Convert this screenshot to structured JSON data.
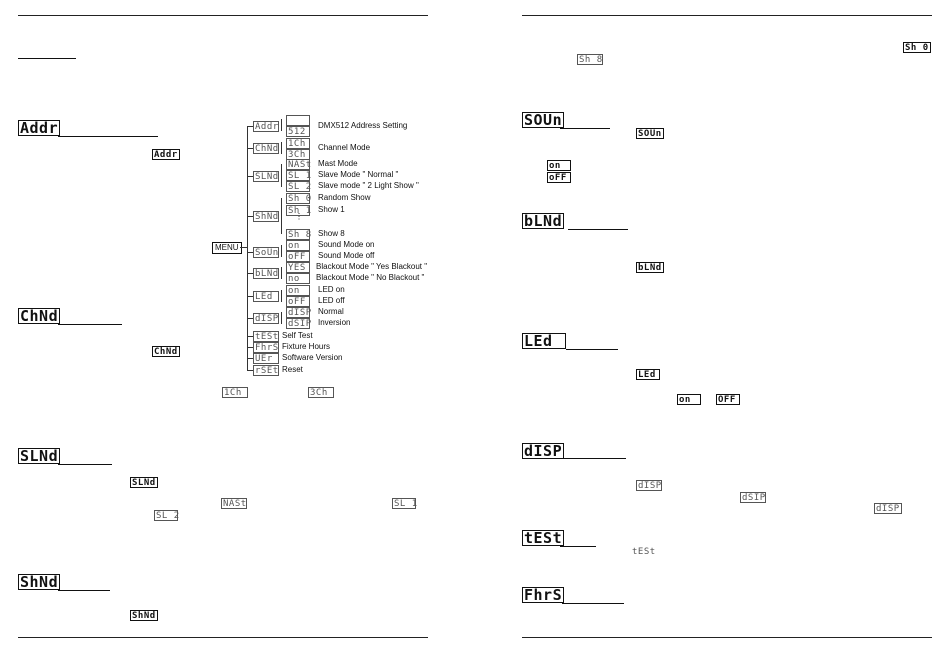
{
  "left_col": {
    "addr": {
      "lcd": "Addr",
      "inline": "Addr"
    },
    "chnd": {
      "lcd": "ChNd",
      "inline": "ChNd",
      "opt1": "1Ch",
      "opt2": "3Ch"
    },
    "slnd": {
      "lcd": "SLNd",
      "inline": "SLNd",
      "opt_mast": "NASt",
      "opt_sl1": "SL  1",
      "opt_sl2": "SL  2"
    },
    "shnd": {
      "lcd": "ShNd",
      "inline": "ShNd"
    }
  },
  "menu_tree": {
    "root": "MENU",
    "nodes": [
      "Addr",
      "ChNd",
      "SLNd",
      "ShNd",
      "SoUn",
      "bLNd",
      "LEd",
      "dISP",
      "tESt",
      "FhrS",
      "UEr",
      "rSEt"
    ],
    "addr_vals": [
      "",
      "512"
    ],
    "addr_label": "DMX512 Address Setting",
    "chnd_vals": [
      "1Ch",
      "3Ch"
    ],
    "chnd_label": "Channel Mode",
    "slnd_vals": [
      "NASt",
      "SL  1",
      "SL  2"
    ],
    "slnd_labels": [
      "Mast Mode",
      "Slave Mode \" Normal \"",
      "Slave mode \" 2 Light Show \""
    ],
    "shnd_vals": [
      "Sh  0",
      "Sh  1",
      "Sh  8"
    ],
    "shnd_labels": [
      "Random Show",
      "Show 1",
      "Show 8"
    ],
    "soun_vals": [
      "on",
      "oFF"
    ],
    "soun_labels": [
      "Sound Mode on",
      "Sound Mode off"
    ],
    "blnd_vals": [
      "YES",
      "no"
    ],
    "blnd_labels": [
      "Blackout Mode \" Yes Blackout \"",
      "Blackout Mode \" No Blackout \""
    ],
    "led_vals": [
      "on",
      "oFF"
    ],
    "led_labels": [
      "LED on",
      "LED off"
    ],
    "disp_vals": [
      "dISP",
      "dSIP"
    ],
    "disp_labels": [
      "Normal",
      "Inversion"
    ],
    "test_label": "Self Test",
    "fhrs_label": "Fixture Hours",
    "ver_label": "Software Version",
    "rset_label": "Reset"
  },
  "right_col": {
    "show_range": {
      "start": "Sh  0",
      "end": "Sh  8"
    },
    "soun": {
      "lcd": "SOUn",
      "inline": "SOUn",
      "on": "on",
      "off": "oFF"
    },
    "blnd": {
      "lcd": "bLNd",
      "inline": "bLNd"
    },
    "led": {
      "lcd": "LEd",
      "inline": "LEd",
      "on": "on",
      "off": "OFF"
    },
    "disp": {
      "lcd": "dISP",
      "inline": "dISP",
      "inv": "dSIP",
      "normal": "dISP"
    },
    "test": {
      "lcd": "tESt",
      "inline": "tESt"
    },
    "fhrs": {
      "lcd": "FhrS"
    }
  }
}
